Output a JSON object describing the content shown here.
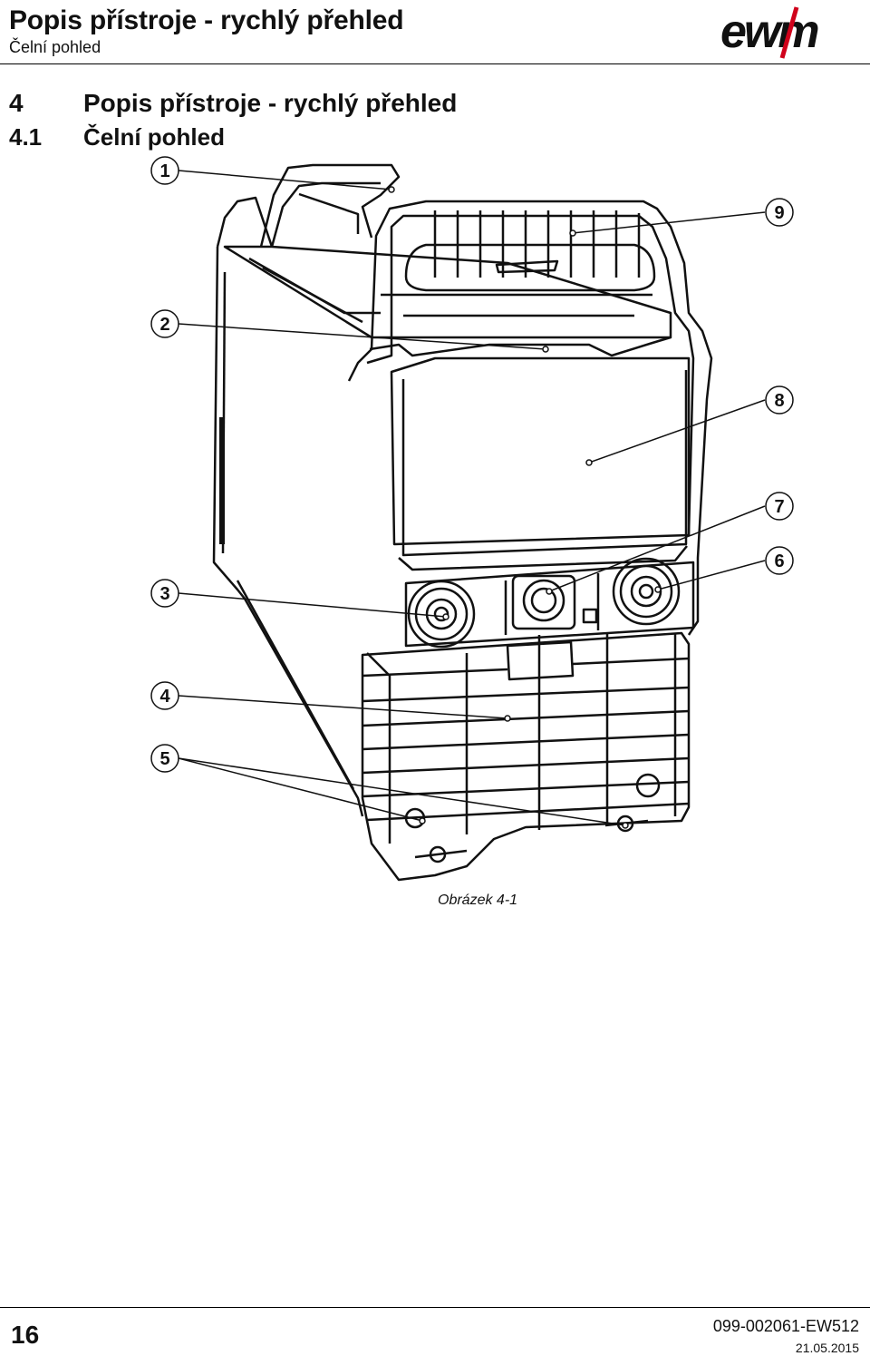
{
  "header": {
    "title": "Popis přístroje - rychlý přehled",
    "subtitle": "Čelní pohled",
    "logo_text": "ewm"
  },
  "section": {
    "number": "4",
    "title": "Popis přístroje - rychlý přehled"
  },
  "subsection": {
    "number": "4.1",
    "title": "Čelní pohled"
  },
  "figure": {
    "callouts": [
      "1",
      "2",
      "3",
      "4",
      "5",
      "6",
      "7",
      "8",
      "9"
    ],
    "caption": "Obrázek 4-1"
  },
  "footer": {
    "page_number": "16",
    "document_number": "099-002061-EW512",
    "date": "21.05.2015"
  },
  "colors": {
    "ink": "#111111",
    "logo_red": "#d0021b"
  }
}
